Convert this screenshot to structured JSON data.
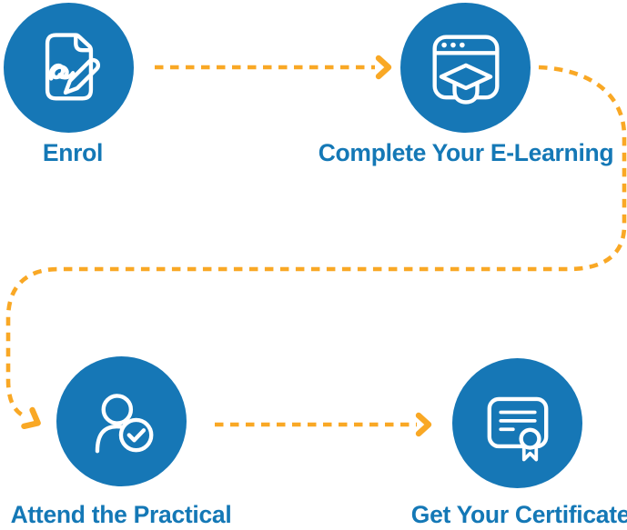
{
  "colors": {
    "circle_blue": "#1677b6",
    "label_blue": "#1478b6",
    "arrow_amber": "#f9a825",
    "icon_white": "#ffffff"
  },
  "steps": [
    {
      "id": "enrol",
      "label": "Enrol",
      "icon": "signature-document-icon"
    },
    {
      "id": "elearning",
      "label": "Complete Your E-Learning",
      "icon": "browser-graduation-cap-icon"
    },
    {
      "id": "practical",
      "label": "Attend the Practical",
      "icon": "person-check-icon"
    },
    {
      "id": "certificate",
      "label": "Get Your Certificate",
      "icon": "certificate-ribbon-icon"
    }
  ],
  "connectors": [
    {
      "from": "enrol",
      "to": "elearning",
      "style": "dashed-arrow"
    },
    {
      "from": "elearning",
      "to": "practical",
      "style": "dashed-arrow-wrap"
    },
    {
      "from": "practical",
      "to": "certificate",
      "style": "dashed-arrow"
    }
  ]
}
